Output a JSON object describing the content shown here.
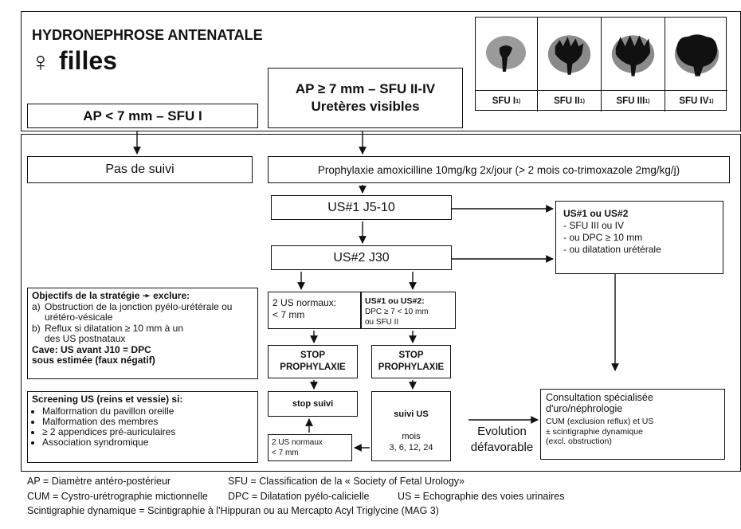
{
  "header": {
    "title": "HYDRONEPHROSE ANTENATALE",
    "female_symbol": "♀",
    "subtitle": "filles",
    "branch_left": "AP < 7 mm – SFU I",
    "branch_right_line1": "AP ≥ 7 mm – SFU II-IV",
    "branch_right_line2": "Uretères visibles"
  },
  "sfu_grades": [
    {
      "label": "SFU I",
      "note": "1)"
    },
    {
      "label": "SFU II",
      "note": "1)"
    },
    {
      "label": "SFU III",
      "note": "1)"
    },
    {
      "label": "SFU IV",
      "note": "1)"
    }
  ],
  "flow": {
    "no_followup": "Pas de suivi",
    "prophylaxis": "Prophylaxie amoxicilline 10mg/kg 2x/jour (> 2 mois co-trimoxazole 2mg/kg/j)",
    "us1": "US#1 J5-10",
    "us2": "US#2 J30",
    "severe_title": "US#1 ou US#2",
    "severe_items": [
      "- SFU III ou IV",
      "- ou DPC ≥ 10 mm",
      "- ou dilatation urétérale"
    ],
    "normal_title": "2 US normaux:",
    "normal_value": "< 7 mm",
    "mild_title": "US#1 ou US#2:",
    "mild_line1": "DPC ≥ 7 < 10 mm",
    "mild_line2": "ou SFU II",
    "stop_left_1": "STOP",
    "stop_left_2": "PROPHYLAXIE",
    "stop_right_1": "STOP",
    "stop_right_2": "PROPHYLAXIE",
    "stop_followup": "stop suivi",
    "followup_us": "suivi US",
    "months_label": "mois",
    "months_values": "3, 6, 12, 24",
    "normal2_line1": "2 US normaux",
    "normal2_line2": "< 7 mm",
    "evolution_line1": "Evolution",
    "evolution_line2": "défavorable",
    "consult_line1": "Consultation spécialisée",
    "consult_line2": "d'uro/néphrologie",
    "consult_line3": "CUM (exclusion reflux) et US",
    "consult_line4": "± scintigraphie dynamique",
    "consult_line5": "(excl. obstruction)"
  },
  "objectives": {
    "title": "Objectifs de la stratégie ➛ exclure:",
    "a_label": "a)",
    "a_text": "Obstruction de la jonction pyélo-urétérale ou urétéro-vésicale",
    "b_label": "b)",
    "b_text": "Reflux si dilatation ≥ 10 mm à un des US postnataux",
    "cave_line1": "Cave: US avant J10 = DPC",
    "cave_line2": "sous estimée (faux négatif)"
  },
  "screening": {
    "title": "Screening US (reins et vessie) si:",
    "items": [
      "Malformation du pavillon oreille",
      "Malformation des membres",
      "≥ 2 appendices pré-auriculaires",
      "Association syndromique"
    ]
  },
  "legend": {
    "line1a": "AP = Diamètre antéro-postérieur",
    "line1b": "SFU = Classification de la « Society of Fetal Urology»",
    "line2a": "CUM = Cystro-urétrographie mictionnelle",
    "line2b": "DPC = Dilatation pyélo-calicielle",
    "line2c": "US = Echographie des voies urinaires",
    "line3": "Scintigraphie dynamique = Scintigraphie à l'Hippuran ou au Mercapto Acyl Triglycine (MAG 3)"
  }
}
